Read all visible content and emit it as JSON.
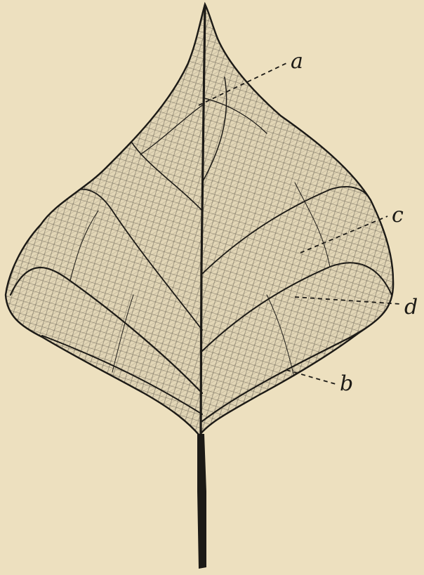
{
  "figure": {
    "background_color": "#ede0bf",
    "ink_color": "#1c1a16",
    "leaf_tint": "#e2d6b6"
  },
  "labels": {
    "a": "a",
    "b": "b",
    "c": "c",
    "d": "d"
  }
}
